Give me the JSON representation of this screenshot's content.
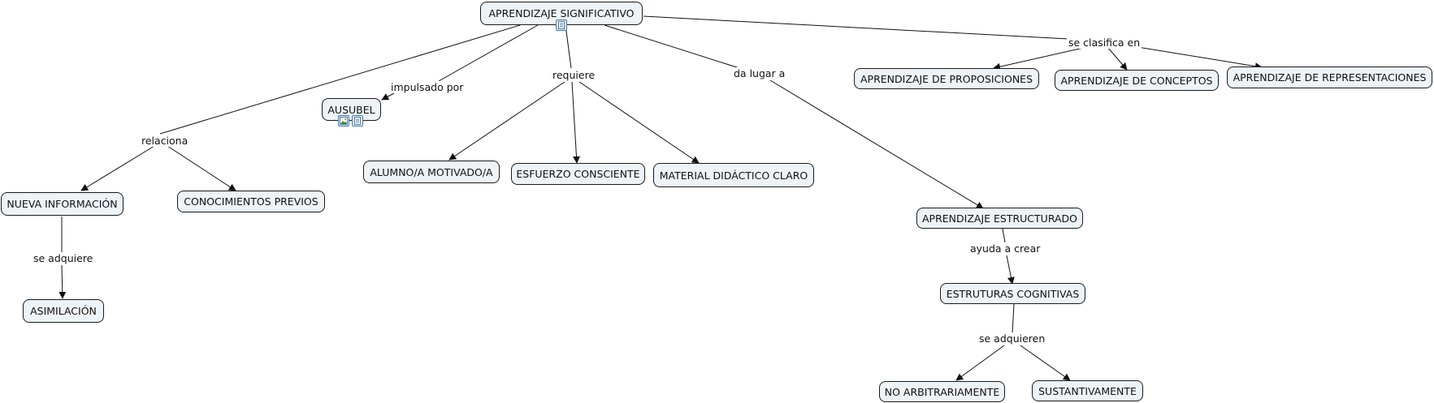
{
  "concepts": {
    "aprendizaje_significativo": "APRENDIZAJE SIGNIFICATIVO",
    "ausubel": "AUSUBEL",
    "nueva_informacion": "NUEVA INFORMACIÓN",
    "conocimientos_previos": "CONOCIMIENTOS PREVIOS",
    "asimilacion": "ASIMILACIÓN",
    "alumno_motivado": "ALUMNO/A MOTIVADO/A",
    "esfuerzo_consciente": "ESFUERZO CONSCIENTE",
    "material_didactico": "MATERIAL DIDÁCTICO CLARO",
    "aprendizaje_estructurado": "APRENDIZAJE ESTRUCTURADO",
    "estructuras_cognitivas": "ESTRUTURAS COGNITIVAS",
    "no_arbitrariamente": "NO ARBITRARIAMENTE",
    "sustantivamente": "SUSTANTIVAMENTE",
    "aprendizaje_proposiciones": "APRENDIZAJE DE PROPOSICIONES",
    "aprendizaje_conceptos": "APRENDIZAJE DE CONCEPTOS",
    "aprendizaje_representaciones": "APRENDIZAJE DE REPRESENTACIONES"
  },
  "linking_phrases": {
    "relaciona": "relaciona",
    "impulsado_por": "impulsado por",
    "requiere": "requiere",
    "da_lugar_a": "da lugar a",
    "se_clasifica_en": "se clasifica en",
    "se_adquiere": "se adquiere",
    "ayuda_a_crear": "ayuda a crear",
    "se_adquieren": "se adquieren"
  },
  "resource_icons": {
    "aprendizaje_significativo": [
      "document-icon"
    ],
    "ausubel": [
      "image-icon",
      "document-icon"
    ]
  },
  "colors": {
    "node_fill": "#eef3f7",
    "node_border": "#1a1a1a",
    "line": "#111111",
    "icon_border": "#4a7fb5"
  }
}
